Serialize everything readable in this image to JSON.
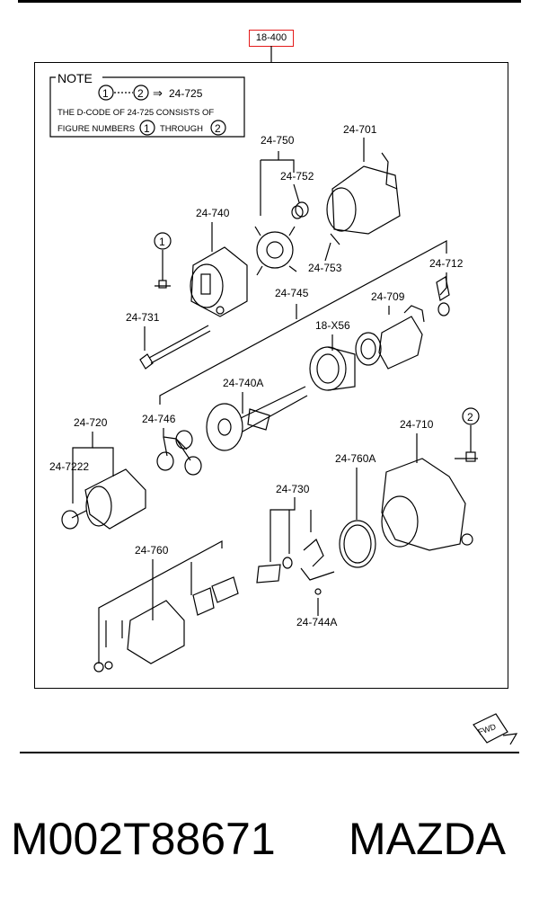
{
  "diagram": {
    "ref_code": "18-400",
    "note": {
      "title": "NOTE",
      "line1_circle_a": "1",
      "line1_circle_b": "2",
      "line1_arrow": "⇒",
      "line1_code": "24-725",
      "line2": "THE D-CODE OF  24-725  CONSISTS OF",
      "line3_prefix": "FIGURE NUMBERS",
      "line3_circle_a": "1",
      "line3_mid": "THROUGH",
      "line3_circle_b": "2"
    },
    "part_labels": {
      "p24_701": "24-701",
      "p24_750": "24-750",
      "p24_752": "24-752",
      "p24_740": "24-740",
      "p24_753": "24-753",
      "p24_712": "24-712",
      "p24_745": "24-745",
      "p24_709": "24-709",
      "p24_731": "24-731",
      "p18_x56": "18-X56",
      "p24_740a": "24-740A",
      "p24_720": "24-720",
      "p24_746": "24-746",
      "p24_710": "24-710",
      "p24_7222": "24-7222",
      "p24_760a": "24-760A",
      "p24_730": "24-730",
      "p24_760": "24-760",
      "p24_744a": "24-744A"
    },
    "callouts": {
      "callout_1": "1",
      "callout_2": "2"
    },
    "direction_badge": "FWD"
  },
  "caption": {
    "part_number": "M002T88671",
    "brand": "MAZDA"
  }
}
